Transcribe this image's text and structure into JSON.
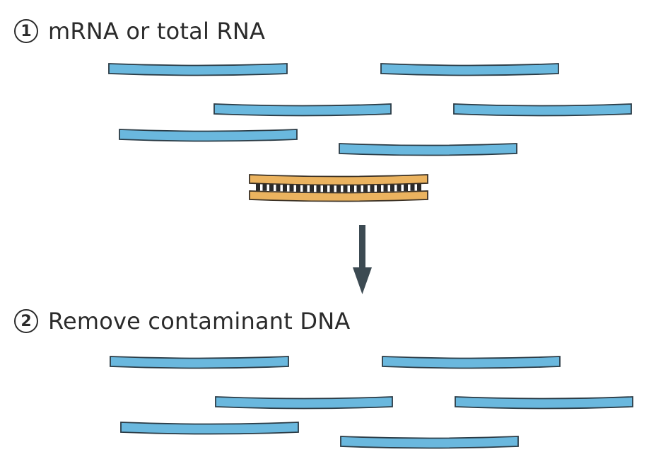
{
  "steps": [
    {
      "number": "1",
      "label": "mRNA or total RNA"
    },
    {
      "number": "2",
      "label": "Remove contaminant DNA"
    }
  ],
  "colors": {
    "rna_fill": "#6ab8de",
    "rna_stroke": "#2b3b45",
    "dna_fill": "#ebb35f",
    "dna_stroke": "#3a3024",
    "arrow": "#3c4a52",
    "text": "#2b2b2b"
  },
  "rna_strands_per_step": 6,
  "dna_duplex_count_step1": 1
}
